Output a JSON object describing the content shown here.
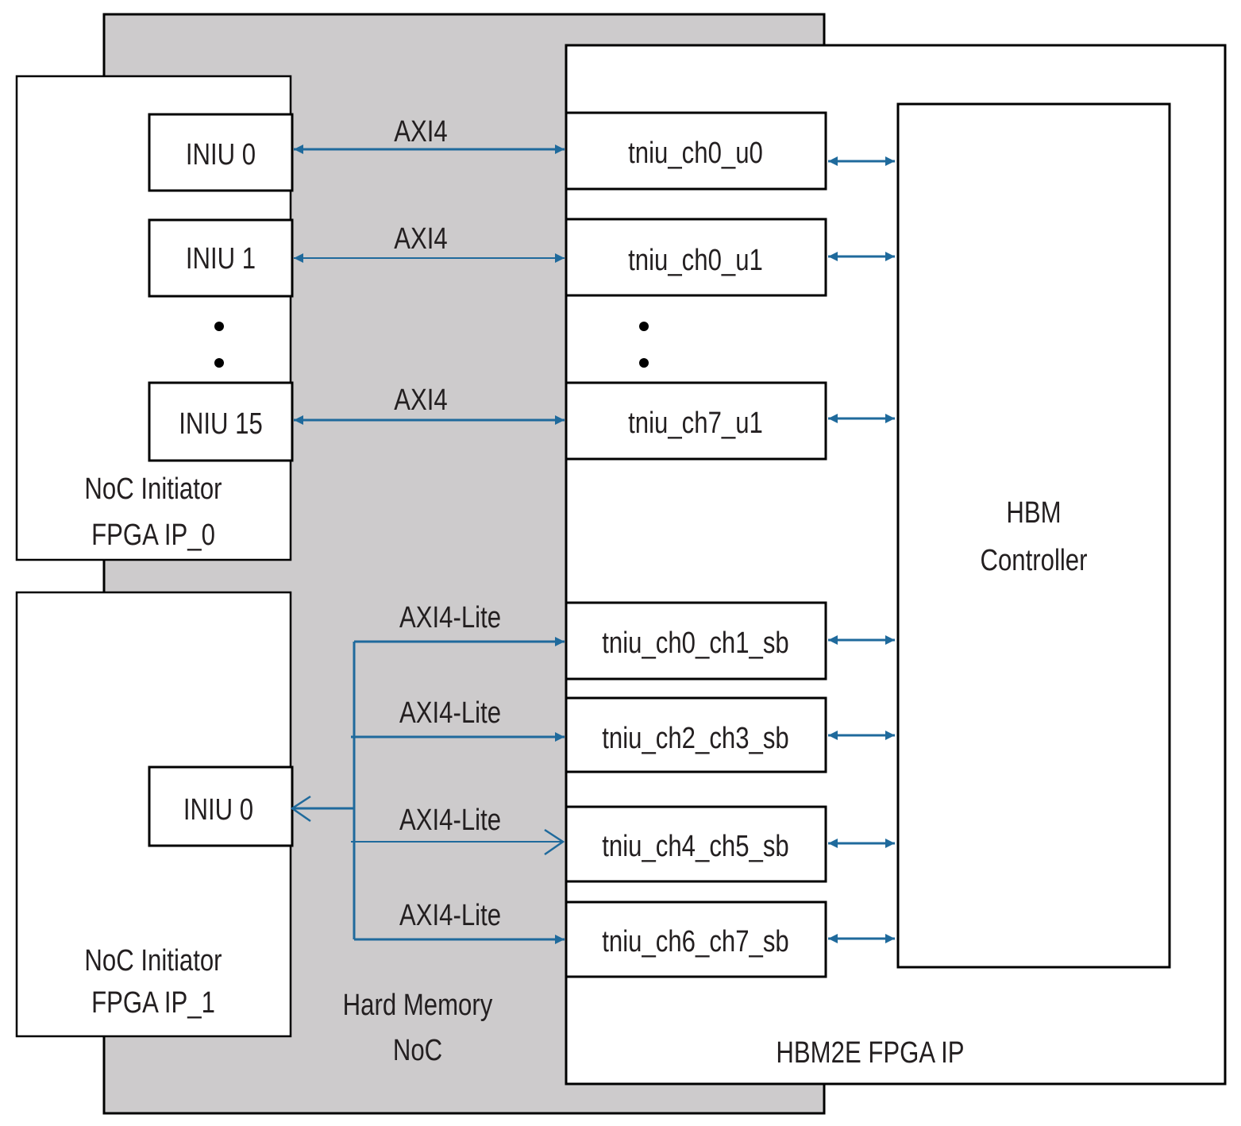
{
  "colors": {
    "noc_fill": "#cdcbcc",
    "box_fill": "#ffffff",
    "border": "#000000",
    "arrow": "#1f6a9c",
    "text": "#231f20"
  },
  "hard_memory_noc": {
    "label_line1": "Hard Memory",
    "label_line2": "NoC"
  },
  "initiator_0": {
    "label_line1": "NoC Initiator",
    "label_line2": "FPGA IP_0",
    "inius": [
      "INIU 0",
      "INIU 1",
      "INIU 15"
    ]
  },
  "initiator_1": {
    "label_line1": "NoC Initiator",
    "label_line2": "FPGA IP_1",
    "inius": [
      "INIU 0"
    ]
  },
  "hbm_ip": {
    "label": "HBM2E FPGA IP",
    "controller_line1": "HBM",
    "controller_line2": "Controller",
    "tnius_axi4": [
      "tniu_ch0_u0",
      "tniu_ch0_u1",
      "tniu_ch7_u1"
    ],
    "tnius_sb": [
      "tniu_ch0_ch1_sb",
      "tniu_ch2_ch3_sb",
      "tniu_ch4_ch5_sb",
      "tniu_ch6_ch7_sb"
    ]
  },
  "links": {
    "axi4": [
      "AXI4",
      "AXI4",
      "AXI4"
    ],
    "axi4_lite": [
      "AXI4-Lite",
      "AXI4-Lite",
      "AXI4-Lite",
      "AXI4-Lite"
    ]
  }
}
